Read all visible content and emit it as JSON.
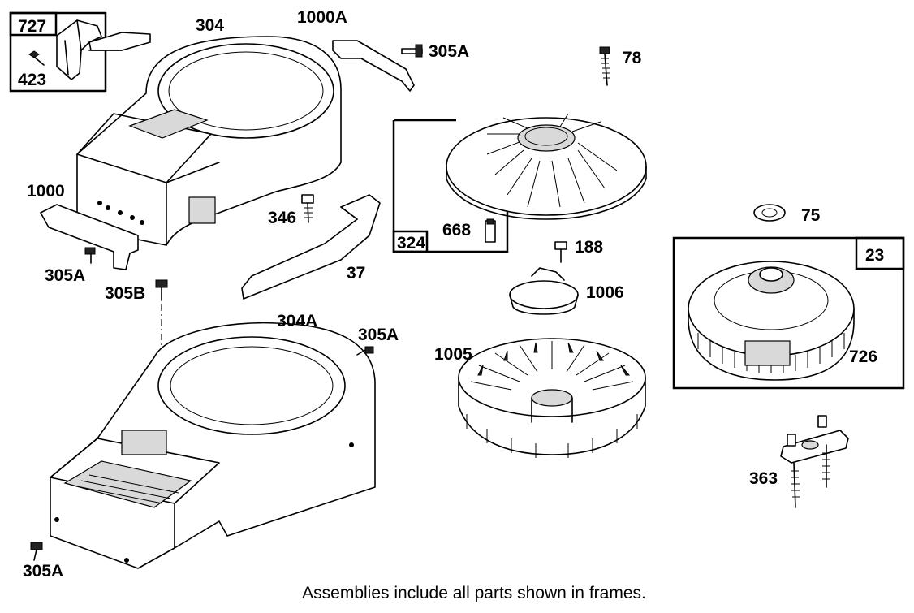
{
  "caption": "Assemblies include all parts shown in frames.",
  "labels": {
    "p727": "727",
    "p423": "423",
    "p304": "304",
    "p1000A": "1000A",
    "p305A_top": "305A",
    "p78": "78",
    "p1000": "1000",
    "p346": "346",
    "p668": "668",
    "p324": "324",
    "p75": "75",
    "p305A_left": "305A",
    "p37": "37",
    "p188": "188",
    "p23": "23",
    "p305B": "305B",
    "p1006": "1006",
    "p304A": "304A",
    "p305A_mid": "305A",
    "p1005": "1005",
    "p726": "726",
    "p363": "363",
    "p305A_bottom": "305A"
  }
}
